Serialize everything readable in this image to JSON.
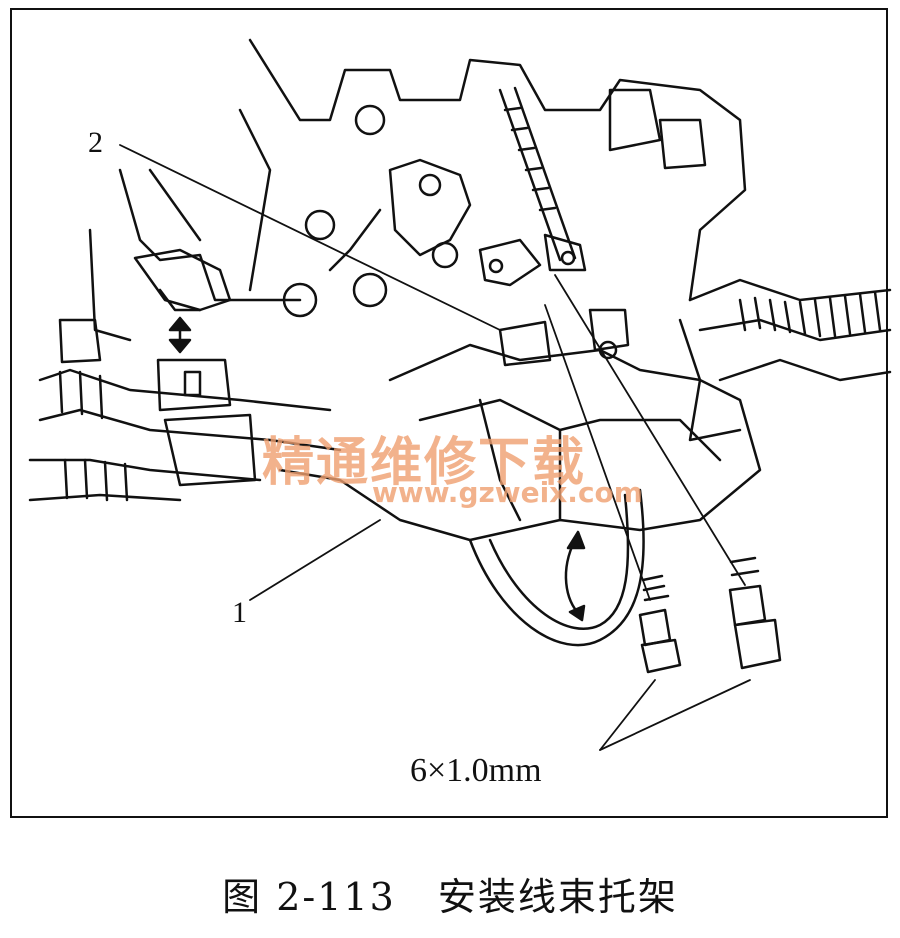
{
  "figure": {
    "callout_1": "1",
    "callout_2": "2",
    "bolt_spec": "6×1.0mm",
    "watermark_text": "精通维修下载",
    "watermark_url": "www.gzweix.com"
  },
  "caption": {
    "number": "图 2-113",
    "title": "安装线束托架"
  },
  "colors": {
    "line": "#111111",
    "watermark": "#f0a070"
  }
}
